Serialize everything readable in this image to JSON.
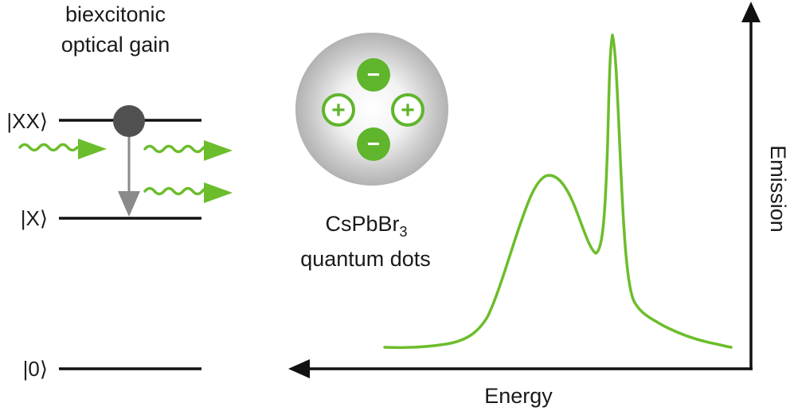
{
  "title_line1": "biexcitonic",
  "title_line2": "optical gain",
  "levels": {
    "xx": "|XX⟩",
    "x": "|X⟩",
    "zero": "|0⟩"
  },
  "quantum_dot": {
    "minus": "−",
    "plus": "+",
    "label_line1_main": "CsPbBr",
    "label_line1_sub": "3",
    "label_line2": "quantum dots"
  },
  "spectrum": {
    "x_axis_label": "Energy",
    "y_axis_label": "Emission"
  },
  "colors": {
    "accent_green": "#6cbd2b",
    "dot_green": "#5fb52c",
    "level_line": "#111111",
    "arrow_gray": "#8a8a8a",
    "particle_gray": "#505050",
    "sphere_gray": "#b9b9b9"
  }
}
